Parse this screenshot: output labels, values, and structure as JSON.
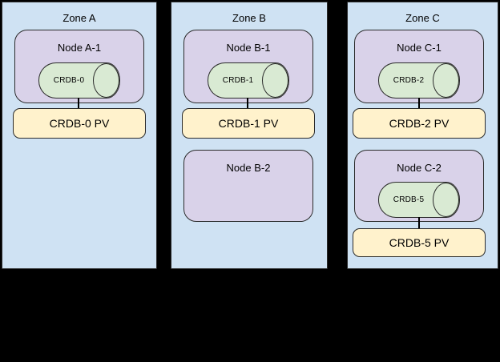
{
  "diagram": {
    "background": "#000000",
    "colors": {
      "zone_fill": "#cfe2f3",
      "node_fill": "#d9d2e9",
      "db_cylinder_fill": "#d9ead3",
      "pv_fill": "#fff2cc",
      "shape_border": "#2b2b2b",
      "connector": "#000000",
      "text": "#000000"
    }
  },
  "zones": [
    {
      "label": "Zone A",
      "nodes": [
        {
          "label": "Node A-1",
          "db": "CRDB-0",
          "pv": "CRDB-0 PV"
        }
      ]
    },
    {
      "label": "Zone B",
      "nodes": [
        {
          "label": "Node B-1",
          "db": "CRDB-1",
          "pv": "CRDB-1 PV"
        },
        {
          "label": "Node B-2"
        }
      ]
    },
    {
      "label": "Zone C",
      "nodes": [
        {
          "label": "Node C-1",
          "db": "CRDB-2",
          "pv": "CRDB-2 PV"
        },
        {
          "label": "Node C-2",
          "db": "CRDB-5",
          "pv": "CRDB-5 PV"
        }
      ]
    }
  ]
}
